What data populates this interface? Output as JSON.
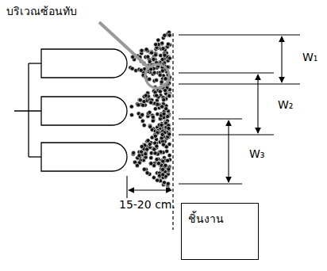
{
  "diagram": {
    "nodes": [
      {
        "text": [
          "ชิ้นงาน"
        ]
      }
    ],
    "labels": [
      "บริเวณซ้อนทับ",
      "W₁",
      "W₂",
      "W₃",
      "15-20 cm."
    ]
  }
}
